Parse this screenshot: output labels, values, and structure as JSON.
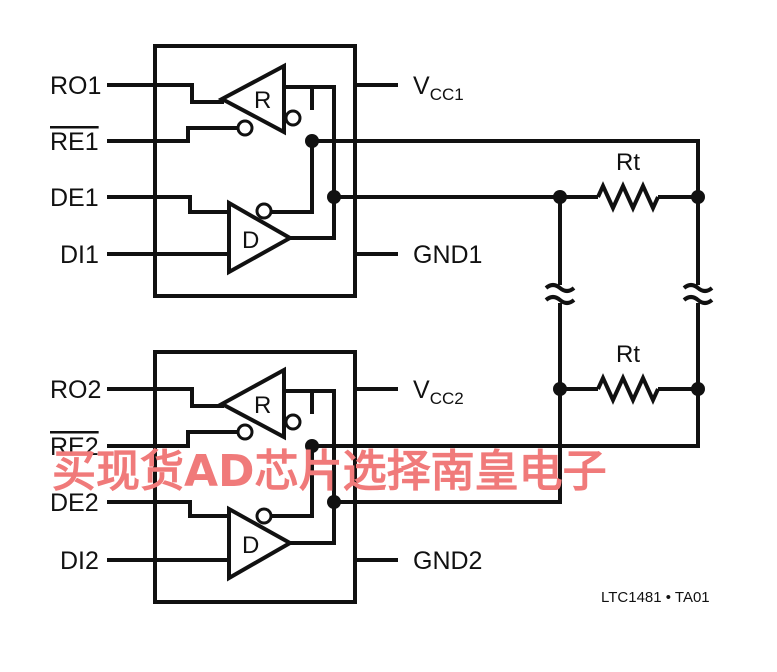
{
  "transceiver1": {
    "pins_left": [
      "RO1",
      "RE1",
      "DE1",
      "DI1"
    ],
    "vcc": {
      "main": "V",
      "sub": "CC1"
    },
    "gnd": "GND1",
    "receiver": "R",
    "driver": "D"
  },
  "transceiver2": {
    "pins_left": [
      "RO2",
      "RE2",
      "DE2",
      "DI2"
    ],
    "vcc": {
      "main": "V",
      "sub": "CC2"
    },
    "gnd": "GND2",
    "receiver": "R",
    "driver": "D"
  },
  "terminators": [
    "Rt",
    "Rt"
  ],
  "figure_id": "LTC1481 • TA01",
  "watermark": "买现货AD芯片选择南皇电子"
}
